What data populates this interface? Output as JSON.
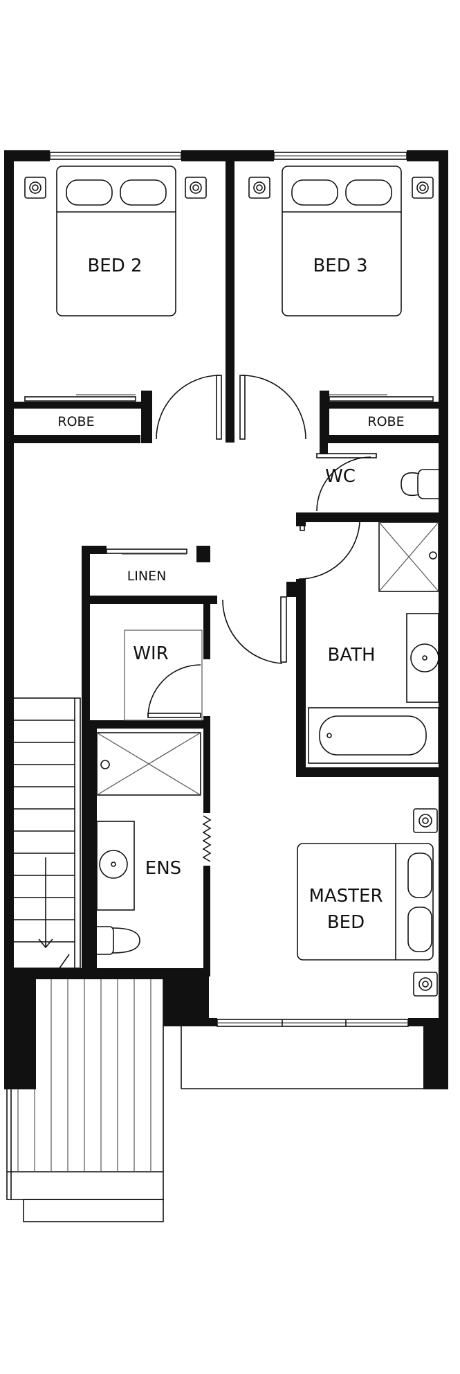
{
  "colors": {
    "wall": "#111111",
    "line": "#111111",
    "background": "#ffffff"
  },
  "rooms": {
    "bed2": {
      "label": "BED 2"
    },
    "bed3": {
      "label": "BED 3"
    },
    "robe_left": {
      "label": "ROBE"
    },
    "robe_right": {
      "label": "ROBE"
    },
    "wc": {
      "label": "WC"
    },
    "linen": {
      "label": "LINEN"
    },
    "wir": {
      "label": "WIR"
    },
    "bath": {
      "label": "BATH"
    },
    "ens": {
      "label": "ENS"
    },
    "master": {
      "line1": "MASTER",
      "line2": "BED"
    }
  }
}
